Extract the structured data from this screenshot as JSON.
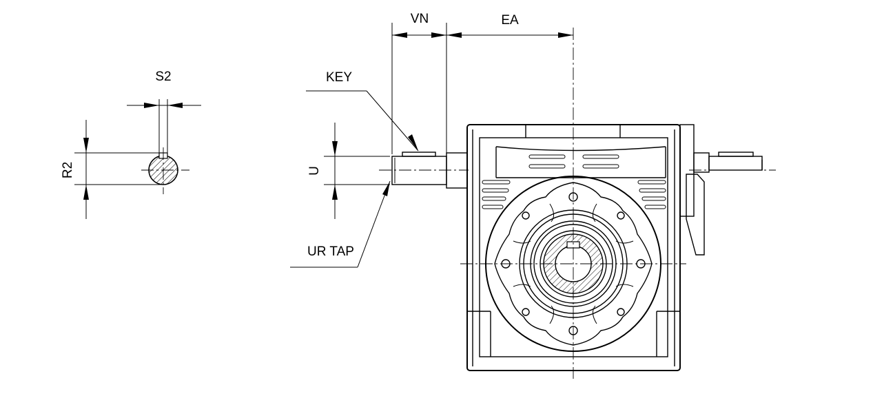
{
  "labels": {
    "s2": "S2",
    "r2": "R2",
    "vn": "VN",
    "ea": "EA",
    "key": "KEY",
    "u": "U",
    "ur_tap": "UR TAP"
  },
  "colors": {
    "line": "#000000",
    "background": "#ffffff"
  }
}
